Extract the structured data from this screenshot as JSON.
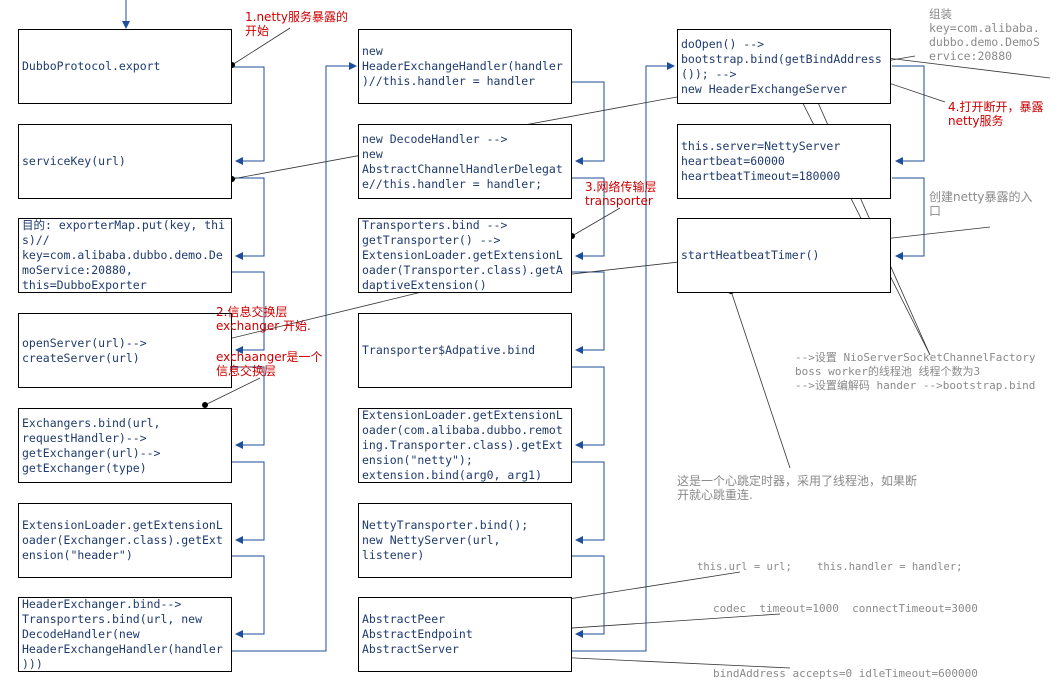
{
  "column1": [
    "DubboProtocol.export",
    "serviceKey(url)",
    "目的: exporterMap.put(key, this)//\nkey=com.alibaba.dubbo.demo.DemoService:20880,\nthis=DubboExporter",
    "openServer(url)-->\ncreateServer(url)",
    "Exchangers.bind(url,\nrequestHandler)-->\ngetExchanger(url)-->\ngetExchanger(type)",
    "ExtensionLoader.getExtensionLoader(Exchanger.class).getExtension(\"header\")",
    "HeaderExchanger.bind-->\nTransporters.bind(url, new\nDecodeHandler(new\nHeaderExchangeHandler(handler\n)))"
  ],
  "column2": [
    "new\nHeaderExchangeHandler(handler\n)//this.handler = handler",
    "new DecodeHandler -->\nnew\nAbstractChannelHandlerDelegate//this.handler = handler;",
    "Transporters.bind -->\ngetTransporter() -->\nExtensionLoader.getExtensionLoader(Transporter.class).getAdaptiveExtension()",
    "Transporter$Adpative.bind",
    "ExtensionLoader.getExtensionLoader(com.alibaba.dubbo.remoting.Transporter.class).getExtension(\"netty\");\nextension.bind(arg0, arg1)",
    "NettyTransporter.bind();\nnew NettyServer(url,\nlistener)",
    "AbstractPeer\nAbstractEndpoint\nAbstractServer"
  ],
  "column3": [
    "doOpen() -->\nbootstrap.bind(getBindAddress\n()); -->\nnew HeaderExchangeServer",
    "this.server=NettyServer\nheartbeat=60000\nheartbeatTimeout=180000",
    "startHeatbeatTimer()"
  ],
  "annotations": {
    "a1": "1.netty服务暴露的\n开始",
    "a2": "2.信息交换层\nexchanger 开始.",
    "a2b": "exchaanger是一个\n信息交换层",
    "a3": "3.网络传输层\ntransporter",
    "a4": "4.打开断开，暴露\nnetty服务",
    "g1": "组装\nkey=com.alibaba.\ndubbo.demo.DemoS\nervice:20880",
    "g2": "创建netty暴露的入\n口",
    "g3": "-->设置 NioServerSocketChannelFactory\nboss worker的线程池 线程个数为3\n-->设置编解码 hander -->bootstrap.bind",
    "g4": "这是一个心跳定时器，采用了线程池，如果断\n开就心跳重连.",
    "g5": "this.url = url;    this.handler = handler;",
    "g6": "codec  timeout=1000  connectTimeout=3000",
    "g7": "bindAddress accepts=0 idleTimeout=600000"
  },
  "colors": {
    "line": "#1f4e9a",
    "box_text": "#1f3a6e",
    "red": "#cc0000",
    "gray": "#8a8a8a"
  }
}
